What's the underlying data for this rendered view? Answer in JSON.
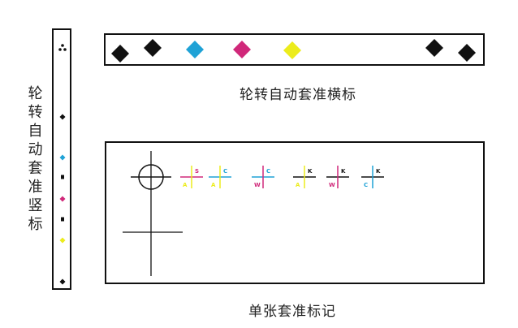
{
  "captions": {
    "horizontal_strip": "轮转自动套准横标",
    "vertical_strip": "轮转自动套准竖标",
    "single_sheet": "单张套准标记"
  },
  "colors": {
    "black": "#111111",
    "cyan": "#1fa2d6",
    "magenta": "#d0287a",
    "yellow": "#ecec1c",
    "outline": "#111111"
  },
  "horizontal_marks": [
    "black",
    "black",
    "cyan",
    "magenta",
    "yellow",
    "black",
    "black"
  ],
  "vertical_marks": [
    "black",
    "black",
    "cyan",
    "black",
    "magenta",
    "black",
    "yellow",
    "black"
  ],
  "sheet_marks": [
    {
      "label_top": "S",
      "label_bottom": "A",
      "top_color": "magenta",
      "bottom_color": "yellow"
    },
    {
      "label_top": "C",
      "label_bottom": "A",
      "top_color": "cyan",
      "bottom_color": "yellow"
    },
    {
      "label_top": "C",
      "label_bottom": "W",
      "top_color": "cyan",
      "bottom_color": "magenta"
    },
    {
      "label_top": "K",
      "label_bottom": "A",
      "top_color": "black",
      "bottom_color": "yellow"
    },
    {
      "label_top": "K",
      "label_bottom": "W",
      "top_color": "black",
      "bottom_color": "magenta"
    },
    {
      "label_top": "K",
      "label_bottom": "C",
      "top_color": "black",
      "bottom_color": "cyan"
    }
  ]
}
